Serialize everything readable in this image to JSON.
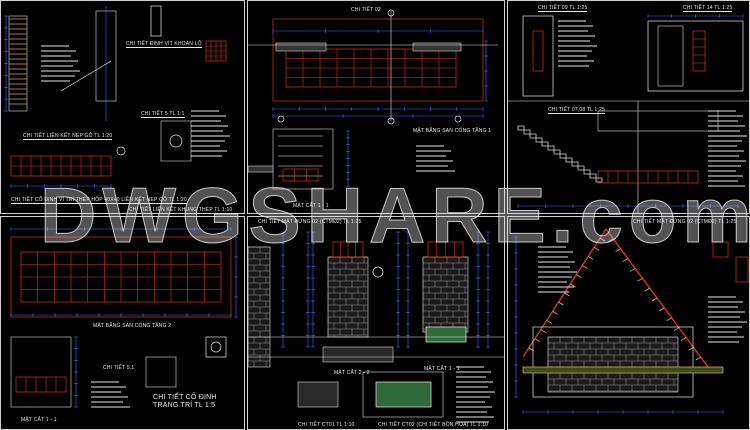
{
  "watermark": "DWGSHARE.com",
  "colors": {
    "background": "#000000",
    "frame": "#cfcfcf",
    "rebar": "#e03020",
    "dimension": "#3a6cff",
    "text": "#e8e8e8",
    "hatch": "#bdbdbd",
    "grass": "#2f6b3a",
    "leader": "#e0c020"
  },
  "panels": [
    {
      "id": "p1",
      "labels": [
        "CHI TIẾT LIÊN KẾT NẸP GỖ TL 1:20",
        "CHI TIẾT ĐINH VÍT KHOAN LỖ",
        "CHI TIẾT 5 TL 1:1",
        "CHI TIẾT CỐ ĐỊNH VÍ TRÍ THÉP HỘP 40X40 LIÊN KẾT NẸP GỖ TL 1:20",
        "CHI TIẾT LIÊN KẾT KHUNG THÉP TL 1:10"
      ]
    },
    {
      "id": "p2",
      "labels": [
        "CHI TIẾT 02",
        "MẶT BẰNG SAN CỔNG TẦNG 1",
        "MẶT CẮT 1 - 1"
      ]
    },
    {
      "id": "p3",
      "labels": [
        "CHI TIẾT 09 TL 1:25",
        "CHI TIẾT 14 TL 1:25",
        "CHI TIẾT 07,08 TL 1:25"
      ]
    },
    {
      "id": "p4",
      "labels": [
        "MẶT BẰNG SAN CỔNG TẦNG 2",
        "CHI TIẾT 5.1",
        "MẶT CẮT 1 - 1",
        "CHI TIẾT CỐ ĐỊNH TRANG TRÍ TL 1:5"
      ]
    },
    {
      "id": "p5",
      "labels": [
        "CHI TIẾT MẶT ĐỨNG 02 (CTMĐ2) TL 1:25",
        "MẶT CẮT 2 - 2",
        "MẶT CẮT 1 - 1",
        "CHI TIẾT CT01 TL 1:10",
        "CHI TIẾT CT02 (CHI TIẾT BỒN HOA) TL 1:10"
      ]
    },
    {
      "id": "p6",
      "labels": [
        "CHI TIẾT MẶT ĐỨNG 02 (CTMĐ2) TL 1:25"
      ]
    }
  ]
}
